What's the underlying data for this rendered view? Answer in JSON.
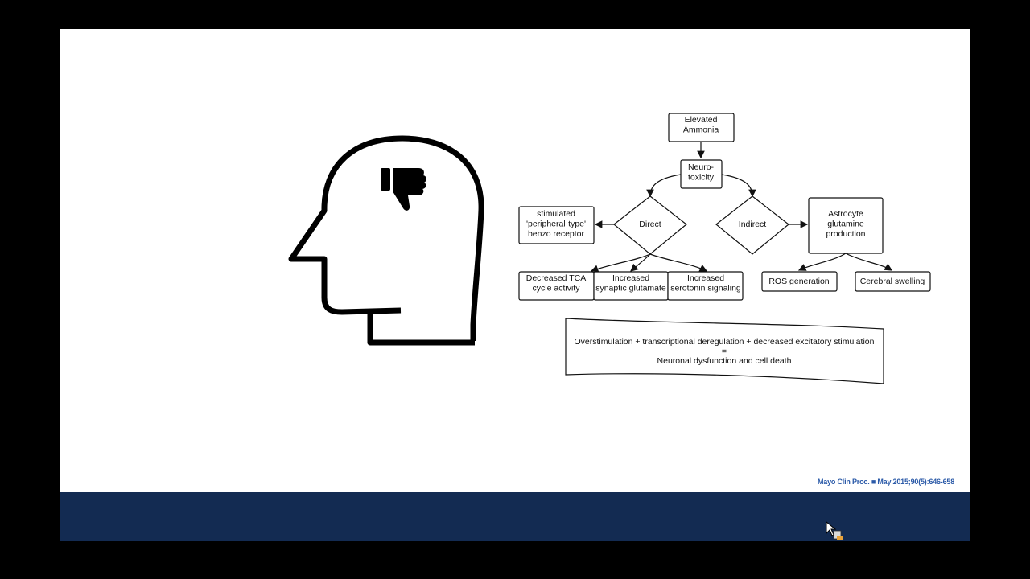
{
  "diagram": {
    "nodes": {
      "ammonia": [
        "Elevated",
        "Ammonia"
      ],
      "neurotox": [
        "Neuro-",
        "toxicity"
      ],
      "benzo": [
        "stimulated",
        "'peripheral-type'",
        "benzo receptor"
      ],
      "direct": [
        "Direct"
      ],
      "indirect": [
        "Indirect"
      ],
      "astro": [
        "Astrocyte",
        "glutamine",
        "production"
      ],
      "tca": [
        "Decreased TCA",
        "cycle activity"
      ],
      "glutamate": [
        "Increased",
        "synaptic glutamate"
      ],
      "serotonin": [
        "Increased",
        "serotonin signaling"
      ],
      "ros": [
        "ROS generation"
      ],
      "swelling": [
        "Cerebral swelling"
      ]
    },
    "summary": {
      "line1": "Overstimulation + transcriptional deregulation + decreased excitatory stimulation",
      "line2": "=",
      "line3": "Neuronal dysfunction and cell death"
    }
  },
  "illustration": {
    "head_icon": "head-profile-icon",
    "thumb_icon": "thumbs-down-icon"
  },
  "citation": "Mayo Clin Proc. ■ May 2015;90(5):646-658",
  "colors": {
    "footer": "#132b52",
    "citation": "#2b5aa8"
  }
}
